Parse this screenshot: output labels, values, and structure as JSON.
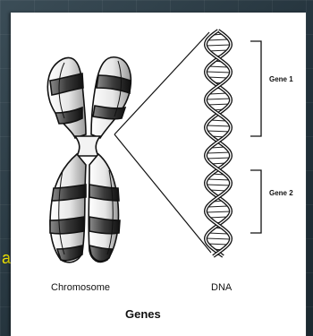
{
  "diagram": {
    "title": "Genes",
    "chromosome_label": "Chromosome",
    "dna_label": "DNA",
    "gene_labels": [
      "Gene 1",
      "Gene 2"
    ]
  },
  "overlay": {
    "cut_off_text": "a",
    "color": "#f2e600"
  },
  "colors": {
    "background": "#2b3a42",
    "panel": "#ffffff",
    "ink": "#111111"
  }
}
